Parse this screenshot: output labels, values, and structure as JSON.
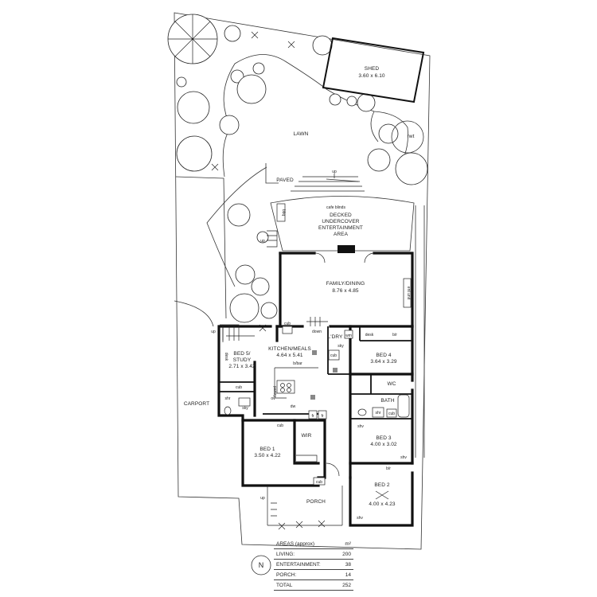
{
  "labels": {
    "shed": "SHED",
    "shed_dim": "3.60 x 6.10",
    "lawn": "LAWN",
    "rwt": "rwt",
    "paved": "PAVED",
    "up1": "up",
    "up2": "up",
    "up3": "up",
    "up4": "up",
    "cafe_blinds": "cafe blinds",
    "bbq": "bbq",
    "decked_1": "DECKED",
    "decked_2": "UNDERCOVER",
    "decked_3": "ENTERTAINMENT",
    "decked_4": "AREA",
    "family": "FAMILY/DINING",
    "family_dim": "8.76 x 4.85",
    "ent_unit": "ent unit",
    "down": "down",
    "cub1": "cub",
    "kitchen": "KITCHEN/MEALS",
    "kitchen_dim": "4.64 x 5.41",
    "bbar": "b/bar",
    "pantry": "pantry",
    "ov": "ov",
    "dw": "dw",
    "fr1": "fr",
    "fr2": "fr",
    "ldry": "L'DRY",
    "wm": "wm",
    "cub_l": "cub",
    "sky": "sky",
    "desk2": "desk",
    "bir1": "b/r",
    "bed4": "BED 4",
    "bed4_dim": "3.64 x 3.29",
    "wc": "WC",
    "bath": "BATH",
    "shr2": "shr",
    "cub_b": "cub",
    "bed5_1": "BED 5/",
    "bed5_2": "STUDY",
    "bed5_dim": "2.71 x 3.42",
    "desk1": "desk",
    "cub_s": "cub",
    "shr1": "shr",
    "sky2": "sky",
    "carport": "CARPORT",
    "cub_k": "cub",
    "wir": "WIR",
    "bed1": "BED 1",
    "bed1_dim": "3.50 x 4.22",
    "cub_p": "cub",
    "shv1": "shv",
    "bed3": "BED 3",
    "bed3_dim": "4.00 x 3.02",
    "shv2": "shv",
    "bir2": "b/r",
    "bed2": "BED 2",
    "bed2_dim": "4.00 x 4.23",
    "porch": "PORCH",
    "shv3": "shv",
    "north": "N"
  },
  "areas": {
    "title": "AREAS (approx)",
    "unit": "m²",
    "rows": [
      {
        "label": "LIVING:",
        "value": "200"
      },
      {
        "label": "ENTERTAINMENT:",
        "value": "38"
      },
      {
        "label": "PORCH:",
        "value": "14"
      }
    ],
    "total_label": "TOTAL",
    "total_value": "252"
  }
}
